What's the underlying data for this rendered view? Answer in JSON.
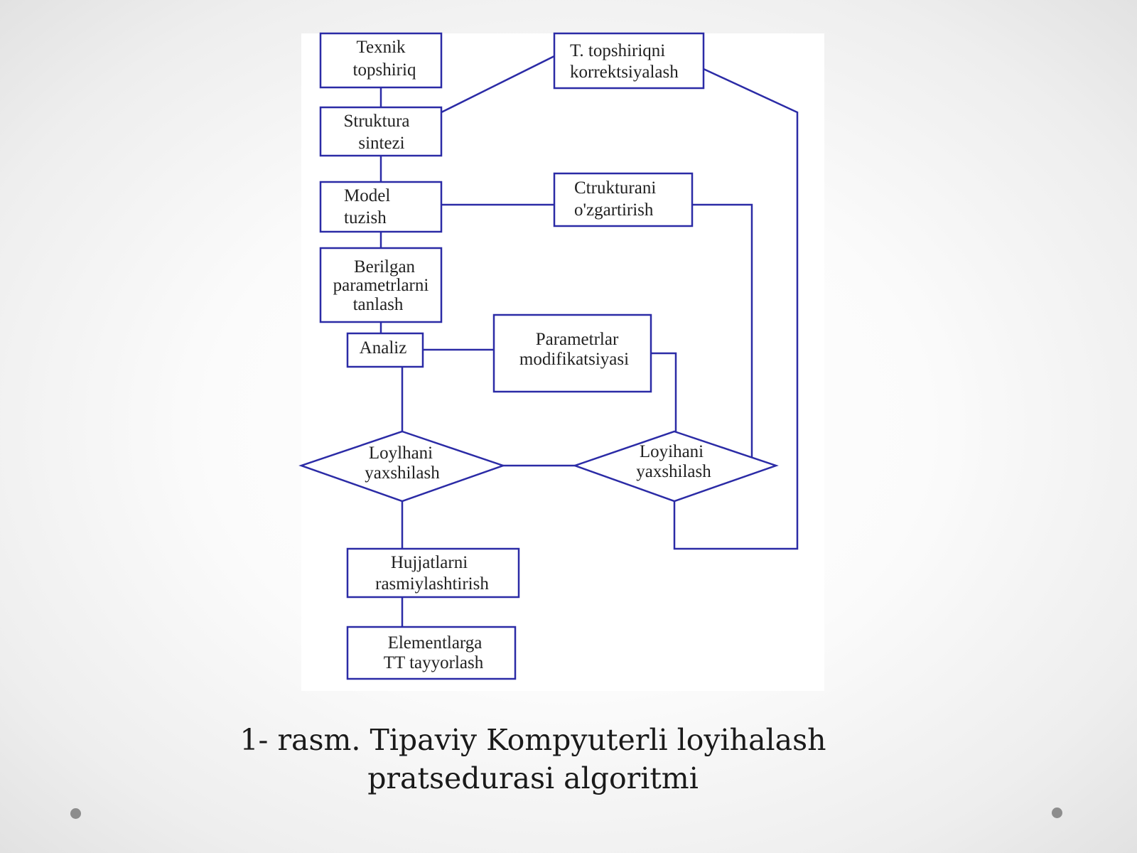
{
  "nodes": {
    "texnik_topshiriq": {
      "lines": [
        "Texnik",
        "topshiriq"
      ]
    },
    "t_topshiriqni_korrektsiyalash": {
      "lines": [
        "T.  topshiriqni",
        "korrektsiyalash"
      ]
    },
    "struktura_sintezi": {
      "lines": [
        "Struktura",
        "sintezi"
      ]
    },
    "model_tuzish": {
      "lines": [
        "Model",
        "tuzish"
      ]
    },
    "ctrukturani_ozgartirish": {
      "lines": [
        "Ctrukturani",
        "o'zgartirish"
      ]
    },
    "berilgan_parametrlarni_tanlash": {
      "lines": [
        "Berilgan",
        "parametrlarni",
        "tanlash"
      ]
    },
    "analiz": {
      "lines": [
        "Analiz"
      ]
    },
    "parametrlar_modifikatsiyasi": {
      "lines": [
        "Parametrlar",
        "modifikatsiyasi"
      ]
    },
    "loylhani_yaxshilash": {
      "lines": [
        "Loylhani",
        "yaxshilash"
      ]
    },
    "loyihani_yaxshilash": {
      "lines": [
        "Loyihani",
        "yaxshilash"
      ]
    },
    "hujjatlarni_rasmiylashtirish": {
      "lines": [
        "Hujjatlarni",
        "rasmiylashtirish"
      ]
    },
    "elementlarga_tt_tayyorlash": {
      "lines": [
        "Elementlarga",
        "TT  tayyorlash"
      ]
    }
  },
  "caption": {
    "line1": "1- rasm. Tipaviy Kompyuterli loyihalash",
    "line2": "pratsedurasi algoritmi"
  },
  "colors": {
    "stroke": "#2b2ba6",
    "text": "#222222",
    "bullet": "#8d8d8d"
  }
}
